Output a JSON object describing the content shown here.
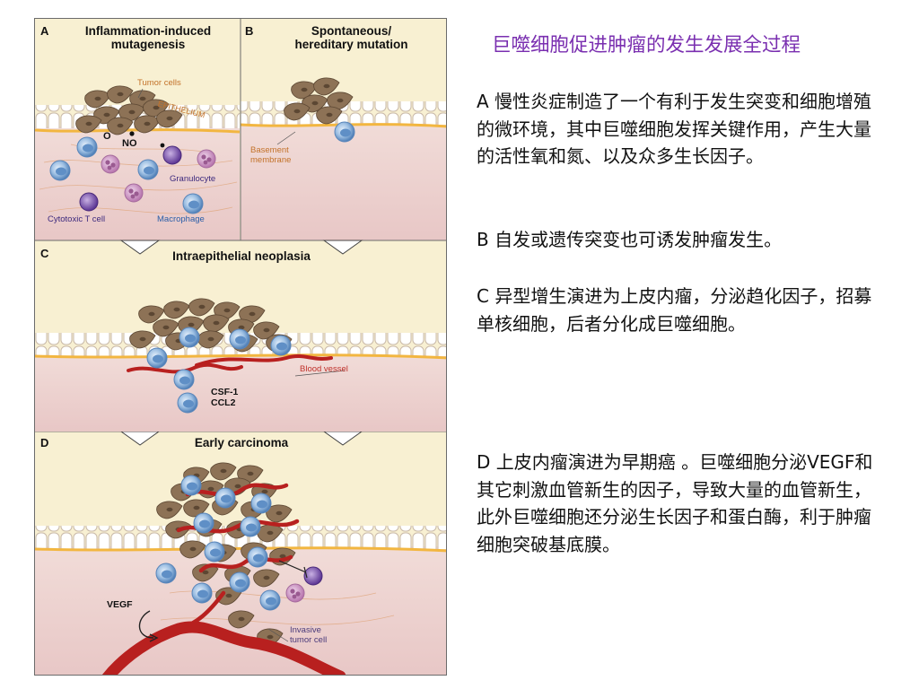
{
  "slide": {
    "title": "巨噬细胞促进肿瘤的发生发展全过程",
    "paragraphs": [
      "A 慢性炎症制造了一个有利于发生突变和细胞增殖的微环境，其中巨噬细胞发挥关键作用，产生大量的活性氧和氮、以及众多生长因子。",
      "B 自发或遗传突变也可诱发肿瘤发生。",
      "C 异型增生演进为上皮内瘤，分泌趋化因子，招募单核细胞，后者分化成巨噬细胞。",
      "D 上皮内瘤演进为早期癌 。巨噬细胞分泌VEGF和其它刺激血管新生的因子，导致大量的血管新生，此外巨噬细胞还分泌生长因子和蛋白酶，利于肿瘤细胞突破基底膜。"
    ]
  },
  "figure": {
    "panel_a": {
      "letter": "A",
      "title": "Inflammation-induced\nmutagenesis",
      "tumor_cells": "Tumor cells",
      "epithelium": "EPITHELIUM",
      "o_radical": "O",
      "no_radical": "NO",
      "granulocyte": "Granulocyte",
      "cytotoxic_t": "Cytotoxic T cell",
      "macrophage": "Macrophage"
    },
    "panel_b": {
      "letter": "B",
      "title": "Spontaneous/\nhereditary mutation",
      "basement": "Basement\nmembrane"
    },
    "panel_c": {
      "letter": "C",
      "title": "Intraepithelial neoplasia",
      "blood_vessel": "Blood vessel",
      "cytokines": "CSF-1\nCCL2"
    },
    "panel_d": {
      "letter": "D",
      "title": "Early carcinoma",
      "vegf": "VEGF",
      "invasive": "Invasive\ntumor cell"
    },
    "colors": {
      "tumor": "#8a6f54",
      "macrophage": "#7ea7d4",
      "vessel": "#b8201f",
      "tcell": "#7a4fa6",
      "granulocyte": "#c48bbd",
      "membrane": "#f2b640",
      "stroma": "#ead0cf",
      "background": "#f8f0d2"
    }
  }
}
